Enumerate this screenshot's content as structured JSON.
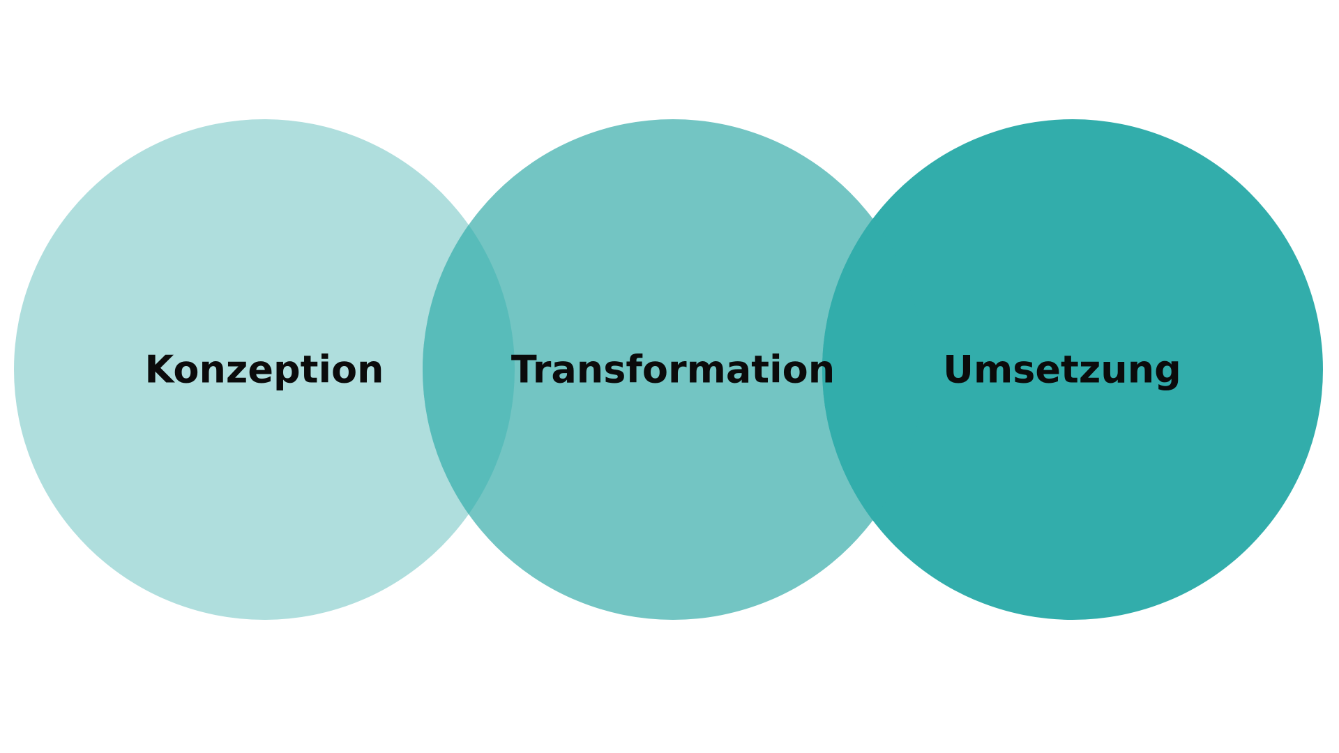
{
  "diagram": {
    "circles": [
      {
        "label": "Konzeption",
        "color": "#afdedd"
      },
      {
        "label": "Transformation",
        "color": "#73c5c3"
      },
      {
        "label": "Umsetzung",
        "color": "#32adab"
      }
    ],
    "overlap_colors": [
      "#58bcba",
      "#32adab"
    ],
    "label_color": "#0b0b0b",
    "background": "#ffffff"
  }
}
